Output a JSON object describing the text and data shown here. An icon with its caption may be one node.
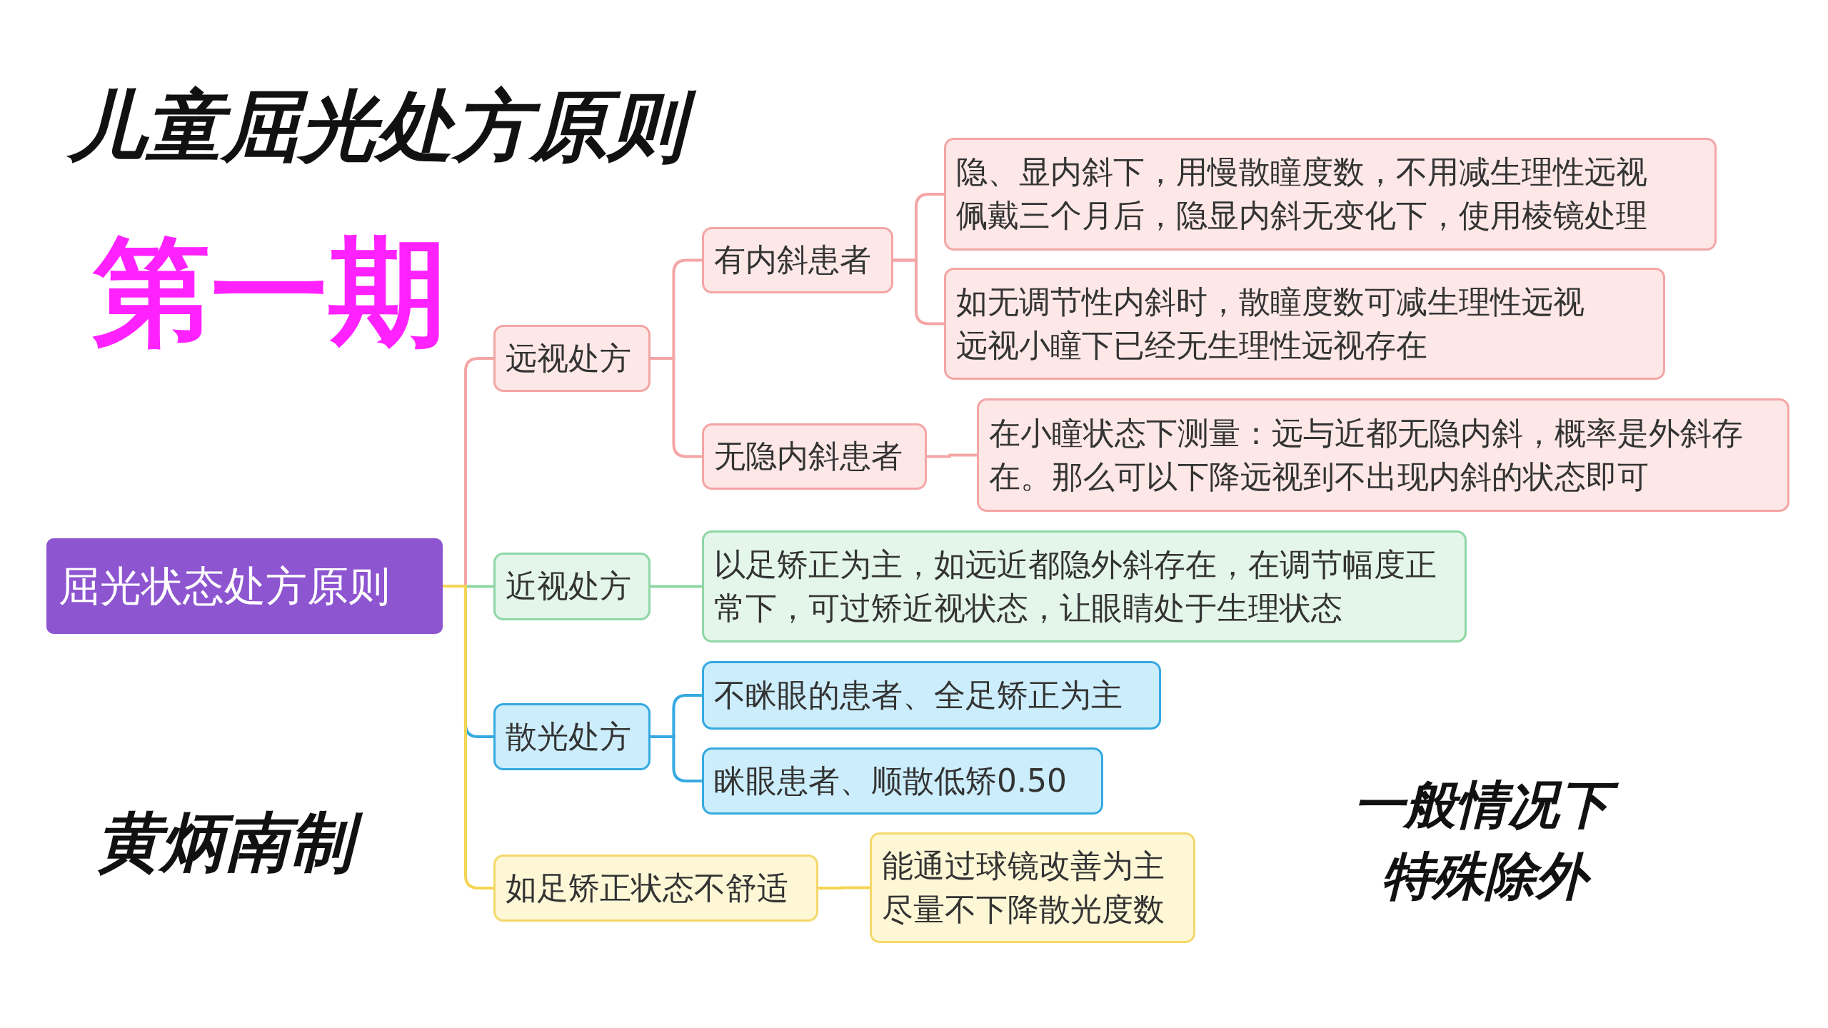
{
  "diagram": {
    "title": "儿童屈光处方原则",
    "nodes": [
      {
        "text": [
          "屈光状态处方原则"
        ]
      },
      {
        "text": [
          "远视处方"
        ]
      },
      {
        "text": [
          "有内斜患者"
        ]
      },
      {
        "text": [
          "隐、显内斜下，用慢散瞳度数，不用减生理性远视",
          "佩戴三个月后，隐显内斜无变化下，使用棱镜处理"
        ]
      },
      {
        "text": [
          "如无调节性内斜时，散瞳度数可减生理性远视",
          "远视小瞳下已经无生理性远视存在"
        ]
      },
      {
        "text": [
          "无隐内斜患者"
        ]
      },
      {
        "text": [
          "在小瞳状态下测量：远与近都无隐内斜，概率是外斜存在。那么可以下降远视到不出现内斜的状态即可"
        ]
      },
      {
        "text": [
          "近视处方"
        ]
      },
      {
        "text": [
          "以足矫正为主，如远近都隐外斜存在，在调节幅度正常下，可过矫近视状态，让眼睛处于生理状态"
        ]
      },
      {
        "text": [
          "散光处方"
        ]
      },
      {
        "text": [
          "不眯眼的患者、全足矫正为主"
        ]
      },
      {
        "text": [
          "眯眼患者、顺散低矫0.50"
        ]
      },
      {
        "text": [
          "如足矫正状态不舒适"
        ]
      },
      {
        "text": [
          "能通过球镜改善为主",
          "尽量不下降散光度数"
        ]
      }
    ],
    "edges": [
      {
        "from": 0,
        "to": 1,
        "arrow": "none"
      },
      {
        "from": 0,
        "to": 7,
        "arrow": "none",
        "color": "#8fd6a5"
      },
      {
        "from": 0,
        "to": 9,
        "arrow": "none",
        "color": "#36a9e1"
      },
      {
        "from": 0,
        "to": 12,
        "arrow": "none",
        "color": "#f5d453"
      },
      {
        "from": 1,
        "to": 2,
        "arrow": "none"
      },
      {
        "from": 1,
        "to": 5,
        "arrow": "none"
      },
      {
        "from": 2,
        "to": 3,
        "arrow": "none"
      },
      {
        "from": 2,
        "to": 4,
        "arrow": "none"
      },
      {
        "from": 5,
        "to": 6,
        "arrow": "none"
      },
      {
        "from": 7,
        "to": 8,
        "arrow": "none",
        "color": "#8fd6a5"
      },
      {
        "from": 9,
        "to": 10,
        "arrow": "none",
        "color": "#36a9e1"
      },
      {
        "from": 9,
        "to": 11,
        "arrow": "none",
        "color": "#36a9e1"
      },
      {
        "from": 12,
        "to": 13,
        "arrow": "none",
        "color": "#f5d453"
      }
    ],
    "labels": [
      "第一期",
      "黄炳南制",
      "一般情况下",
      "特殊除外"
    ]
  }
}
